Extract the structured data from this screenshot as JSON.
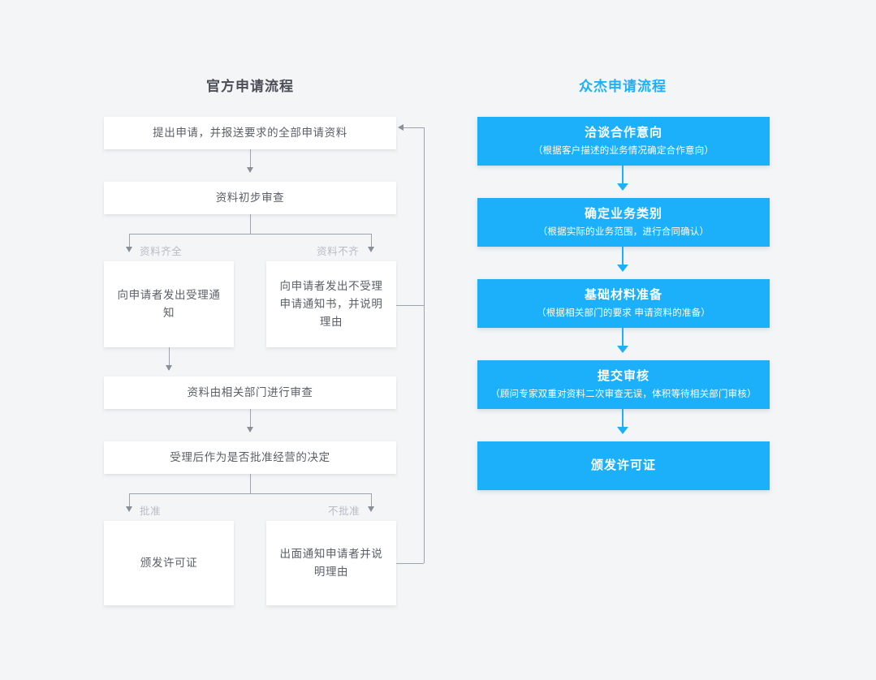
{
  "columns": {
    "official": {
      "title": "官方申请流程",
      "nodes": [
        {
          "id": "submit",
          "text": "提出申请，并报送要求的全部申请资料"
        },
        {
          "id": "preliminary-review",
          "text": "资料初步审查"
        },
        {
          "id": "accept-notice",
          "text": "向申请者发出受理通知"
        },
        {
          "id": "reject-notice",
          "text": "向申请者发出不受理申请通知书，并说明理由"
        },
        {
          "id": "department-review",
          "text": "资料由相关部门进行审查"
        },
        {
          "id": "decision",
          "text": "受理后作为是否批准经营的决定"
        },
        {
          "id": "issue-license",
          "text": "颁发许可证"
        },
        {
          "id": "refusal-notice",
          "text": "出面通知申请者并说明理由"
        }
      ],
      "branch_labels": {
        "documents_complete": "资料齐全",
        "documents_incomplete": "资料不齐",
        "approved": "批准",
        "not_approved": "不批准"
      }
    },
    "zhongjie": {
      "title": "众杰申请流程",
      "cards": [
        {
          "id": "intent",
          "title": "洽谈合作意向",
          "subtitle": "（根据客户描述的业务情况确定合作意向）"
        },
        {
          "id": "category",
          "title": "确定业务类别",
          "subtitle": "（根据实际的业务范围，进行合同确认）"
        },
        {
          "id": "materials",
          "title": "基础材料准备",
          "subtitle": "（根据相关部门的要求 申请资料的准备）"
        },
        {
          "id": "submit-review",
          "title": "提交审核",
          "subtitle": "（顾问专家双重对资料二次审查无误，体积等待相关部门审核）"
        },
        {
          "id": "license",
          "title": "颁发许可证",
          "subtitle": ""
        }
      ]
    }
  },
  "colors": {
    "background": "#f4f5f7",
    "accent_blue": "#1cb0fb",
    "box_white": "#ffffff",
    "connector_gray": "#9ea4ac",
    "label_gray": "#b7bcc3",
    "title_gray": "#4a4f57"
  }
}
